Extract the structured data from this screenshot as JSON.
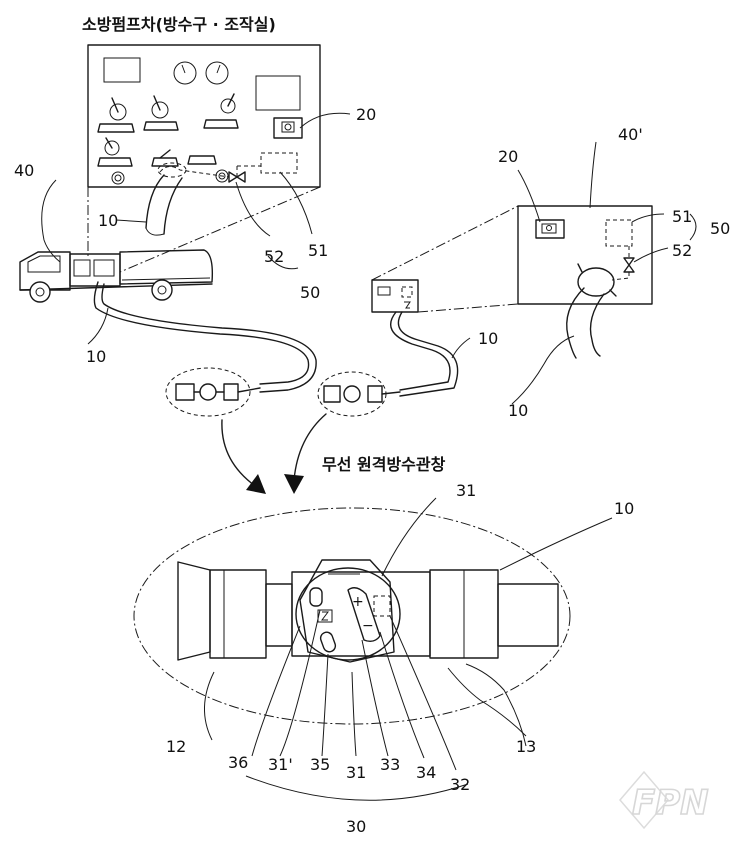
{
  "titles": {
    "top": "소방펌프차(방수구 · 조작실)",
    "nozzle": "무선 원격방수관창"
  },
  "labels": {
    "truck": "40",
    "panel": "40'",
    "wireless_unit_top": "20",
    "wireless_unit_right": "20",
    "hose_top": "10",
    "hose_left": "10",
    "hose_middle": "10",
    "hose_right": "10",
    "hose_bottom": "10",
    "controller_52_left": "52",
    "controller_51_left": "51",
    "group_50_left": "50",
    "controller_51_right": "51",
    "controller_52_right": "52",
    "group_50_right": "50",
    "switch_31_top": "31",
    "coupler_12": "12",
    "coupler_13": "13",
    "part_36": "36",
    "part_31_prime": "31'",
    "part_35": "35",
    "part_31": "31",
    "part_33": "33",
    "part_34": "34",
    "part_32": "32",
    "nozzle_30": "30"
  },
  "watermark": "FPN"
}
